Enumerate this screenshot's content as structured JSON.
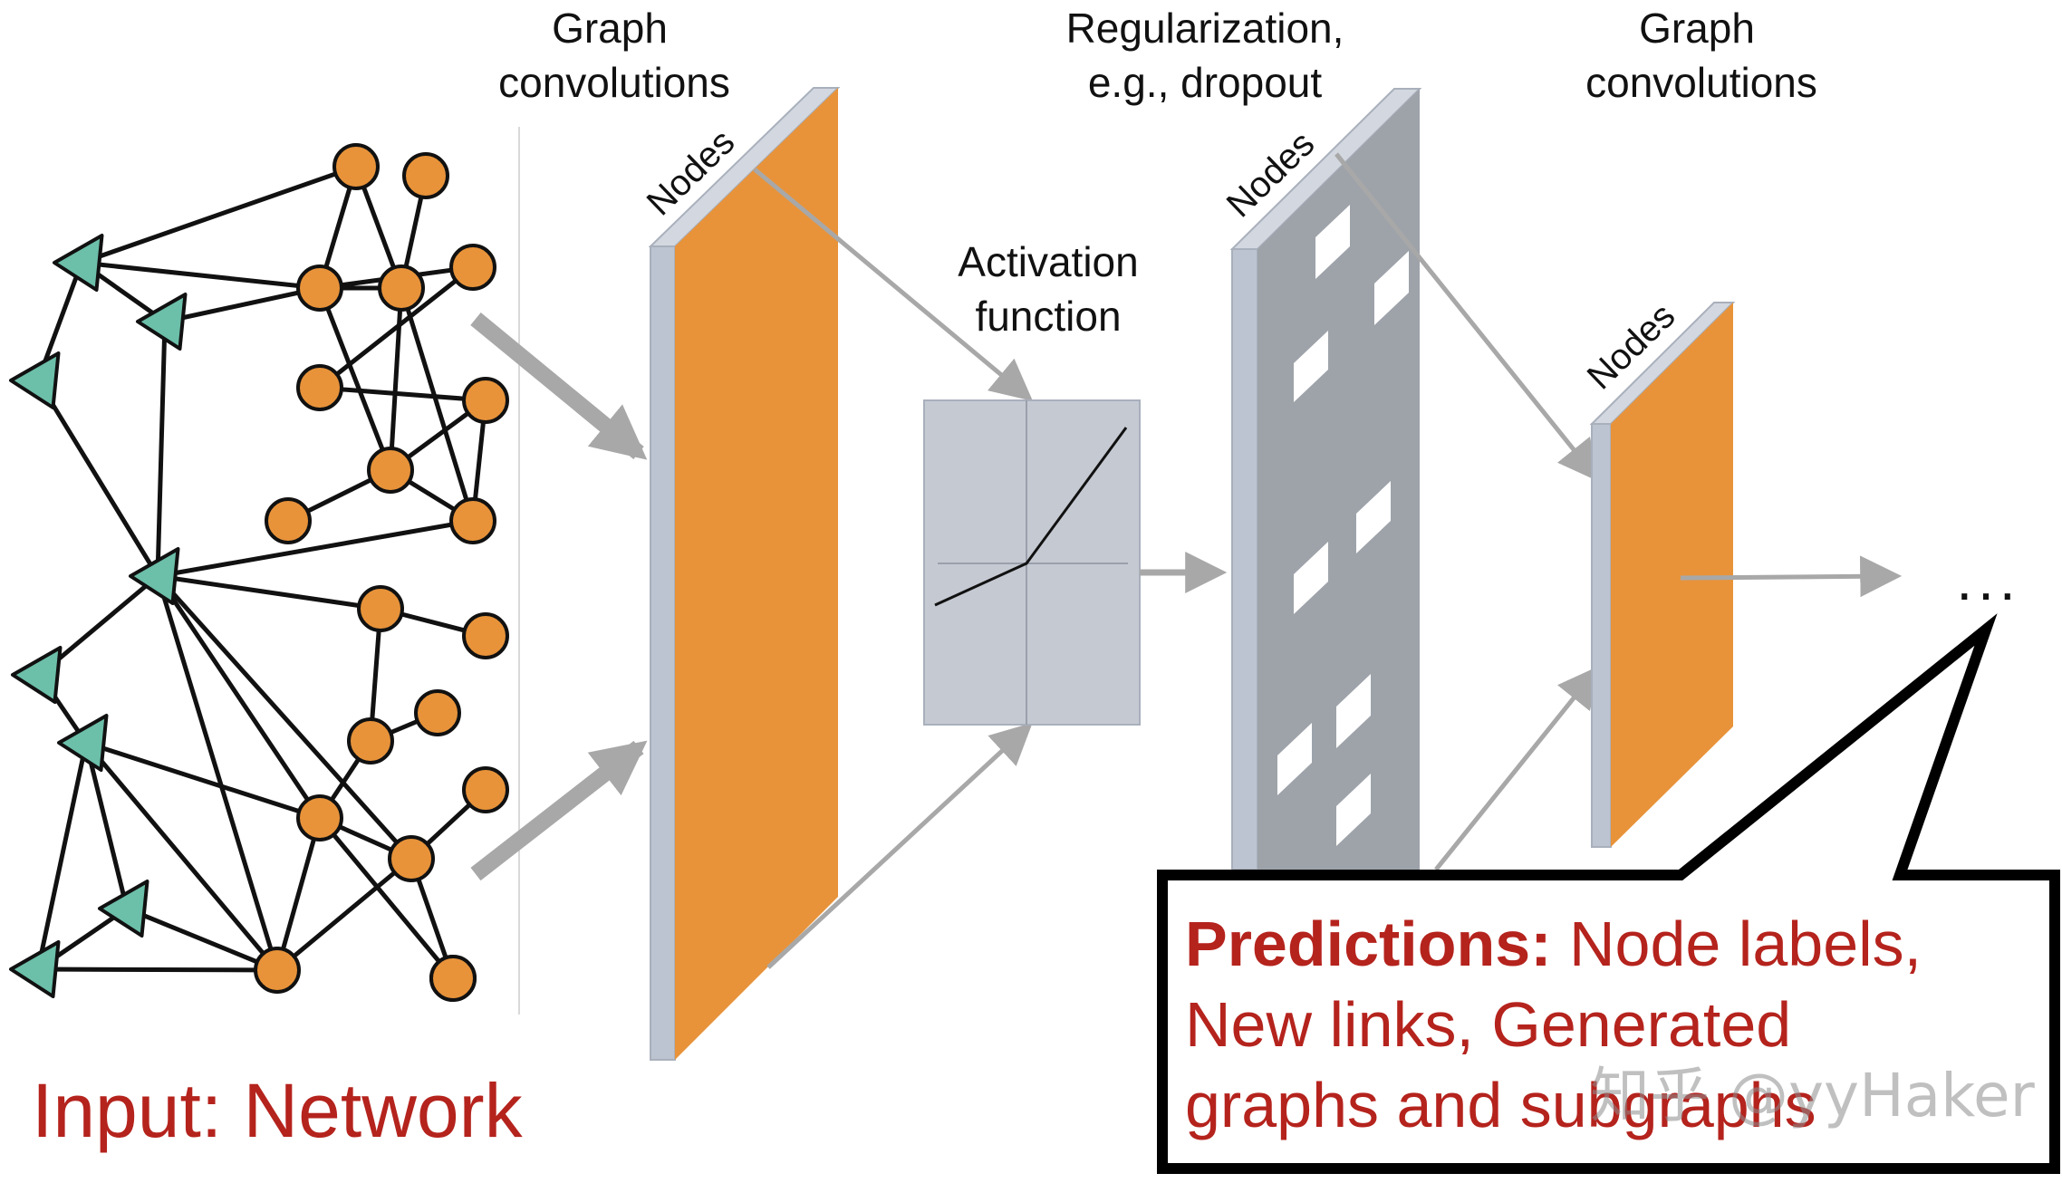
{
  "labels": {
    "graph_conv_1": [
      "Graph",
      "convolutions"
    ],
    "regularization": [
      "Regularization,",
      "e.g., dropout"
    ],
    "graph_conv_2": [
      "Graph",
      "convolutions"
    ],
    "activation": [
      "Activation",
      "function"
    ],
    "nodes": "Nodes",
    "ellipsis": "...",
    "watermark": "知乎 @yyHaker"
  },
  "input": {
    "prefix": "Input:",
    "text": "Network"
  },
  "predictions": {
    "prefix": "Predictions:",
    "line1": "Node labels,",
    "line2": "New links, Generated",
    "line3": "graphs and subgraphs"
  },
  "colors": {
    "orange": "#e8933a",
    "teal": "#6cbfa9",
    "slab_side": "#bcc4d1",
    "dropout": "#9ea3aa",
    "activation_box": "#c5c9d2",
    "arrow": "#a8a8a8",
    "red": "#b5231d"
  },
  "network": {
    "nodes": [
      {
        "id": "o1",
        "type": "circle"
      },
      {
        "id": "o2",
        "type": "circle"
      },
      {
        "id": "o3",
        "type": "circle"
      },
      {
        "id": "o4",
        "type": "circle"
      },
      {
        "id": "o5",
        "type": "circle"
      },
      {
        "id": "o6",
        "type": "circle"
      },
      {
        "id": "o7",
        "type": "circle"
      },
      {
        "id": "o8",
        "type": "circle"
      },
      {
        "id": "o9",
        "type": "circle"
      },
      {
        "id": "o10",
        "type": "circle"
      },
      {
        "id": "o11",
        "type": "circle"
      },
      {
        "id": "o12",
        "type": "circle"
      },
      {
        "id": "o13",
        "type": "circle"
      },
      {
        "id": "o14",
        "type": "circle"
      },
      {
        "id": "o15",
        "type": "circle"
      },
      {
        "id": "o16",
        "type": "circle"
      },
      {
        "id": "o17",
        "type": "circle"
      },
      {
        "id": "o18",
        "type": "circle"
      },
      {
        "id": "o19",
        "type": "circle"
      },
      {
        "id": "o20",
        "type": "circle"
      },
      {
        "id": "t1",
        "type": "triangle"
      },
      {
        "id": "t2",
        "type": "triangle"
      },
      {
        "id": "t3",
        "type": "triangle"
      },
      {
        "id": "t4",
        "type": "triangle"
      },
      {
        "id": "t5",
        "type": "triangle"
      },
      {
        "id": "t6",
        "type": "triangle"
      },
      {
        "id": "t7",
        "type": "triangle"
      },
      {
        "id": "t8",
        "type": "triangle"
      }
    ],
    "edges": [
      [
        "t1",
        "o1"
      ],
      [
        "t1",
        "t2"
      ],
      [
        "t1",
        "o4"
      ],
      [
        "t1",
        "t3"
      ],
      [
        "t2",
        "o4"
      ],
      [
        "t2",
        "t4"
      ],
      [
        "o1",
        "o4"
      ],
      [
        "o1",
        "o5"
      ],
      [
        "o2",
        "o5"
      ],
      [
        "o4",
        "o5"
      ],
      [
        "o4",
        "o3"
      ],
      [
        "o4",
        "o8"
      ],
      [
        "o5",
        "o8"
      ],
      [
        "o5",
        "o10"
      ],
      [
        "o3",
        "o7"
      ],
      [
        "o6",
        "o8"
      ],
      [
        "o7",
        "o6"
      ],
      [
        "o6",
        "o10"
      ],
      [
        "o9",
        "o8"
      ],
      [
        "o8",
        "o10"
      ],
      [
        "t3",
        "t4"
      ],
      [
        "t4",
        "o10"
      ],
      [
        "t4",
        "o11"
      ],
      [
        "t4",
        "t5"
      ],
      [
        "t4",
        "o15"
      ],
      [
        "t4",
        "o16"
      ],
      [
        "t4",
        "o18"
      ],
      [
        "o11",
        "o12"
      ],
      [
        "o11",
        "o14"
      ],
      [
        "o14",
        "o13"
      ],
      [
        "o14",
        "o15"
      ],
      [
        "o15",
        "o16"
      ],
      [
        "o15",
        "o19"
      ],
      [
        "t5",
        "t6"
      ],
      [
        "t6",
        "o15"
      ],
      [
        "t6",
        "t7"
      ],
      [
        "t6",
        "t8"
      ],
      [
        "t6",
        "o18"
      ],
      [
        "t7",
        "o18"
      ],
      [
        "t7",
        "t8"
      ],
      [
        "t8",
        "o18"
      ],
      [
        "o16",
        "o17"
      ],
      [
        "o16",
        "o20"
      ],
      [
        "o16",
        "o18"
      ],
      [
        "o18",
        "o15"
      ]
    ]
  }
}
